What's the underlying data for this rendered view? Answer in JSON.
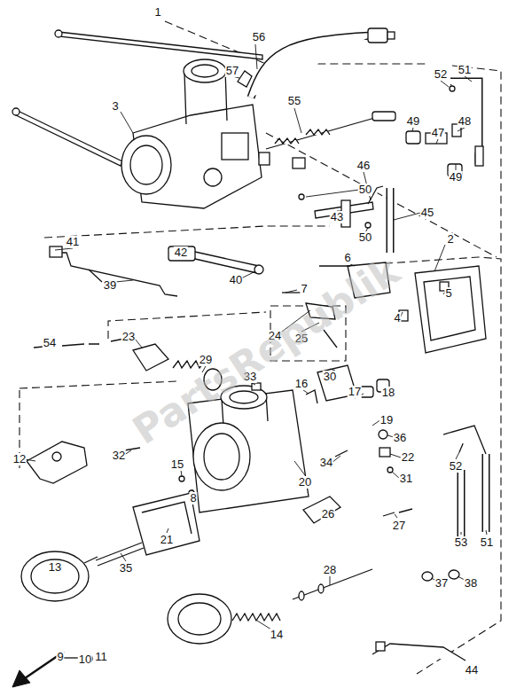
{
  "diagram": {
    "labels": [
      "1",
      "56",
      "57",
      "3",
      "55",
      "52",
      "51",
      "48",
      "47",
      "49",
      "49",
      "46",
      "45",
      "50",
      "43",
      "50",
      "2",
      "6",
      "7",
      "5",
      "41",
      "42",
      "40",
      "39",
      "24",
      "25",
      "4",
      "23",
      "54",
      "29",
      "33",
      "30",
      "17",
      "18",
      "16",
      "19",
      "36",
      "22",
      "31",
      "34",
      "12",
      "32",
      "15",
      "20",
      "8",
      "26",
      "27",
      "52",
      "53",
      "51",
      "21",
      "35",
      "13",
      "28",
      "37",
      "38",
      "14",
      "9",
      "10",
      "11",
      "44",
      "PartsRepublik"
    ]
  }
}
